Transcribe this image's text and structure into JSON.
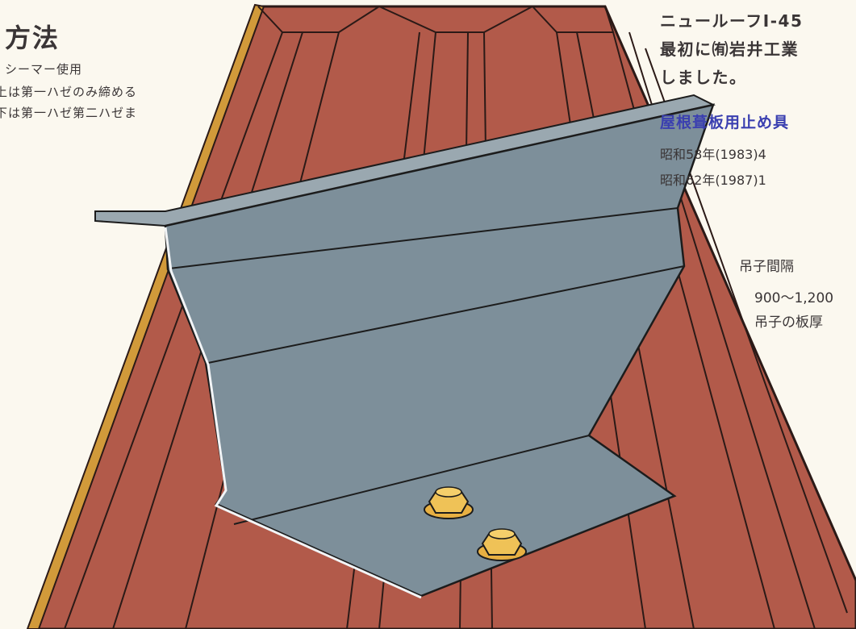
{
  "left_text": {
    "heading": "方法",
    "line1": "シーマー使用",
    "line2": "上は第一ハゼのみ締める",
    "line3": "下は第一ハゼ第二ハゼま"
  },
  "right_text": {
    "line1": "ニュールーフI-45",
    "line2": "最初に㈲岩井工業",
    "line3": "しました。",
    "subheading": "屋根葺板用止め具",
    "date1": "昭和58年(1983)4",
    "date2": "昭和62年(1987)1",
    "spec_label": "吊子間隔",
    "spec_value": "900〜1,200",
    "spec_label2": "吊子の板厚"
  },
  "colors": {
    "roof": "#b25a4a",
    "bracket": "#7d8f9a",
    "bolt": "#e8b042",
    "accent": "#3a3fb0"
  }
}
